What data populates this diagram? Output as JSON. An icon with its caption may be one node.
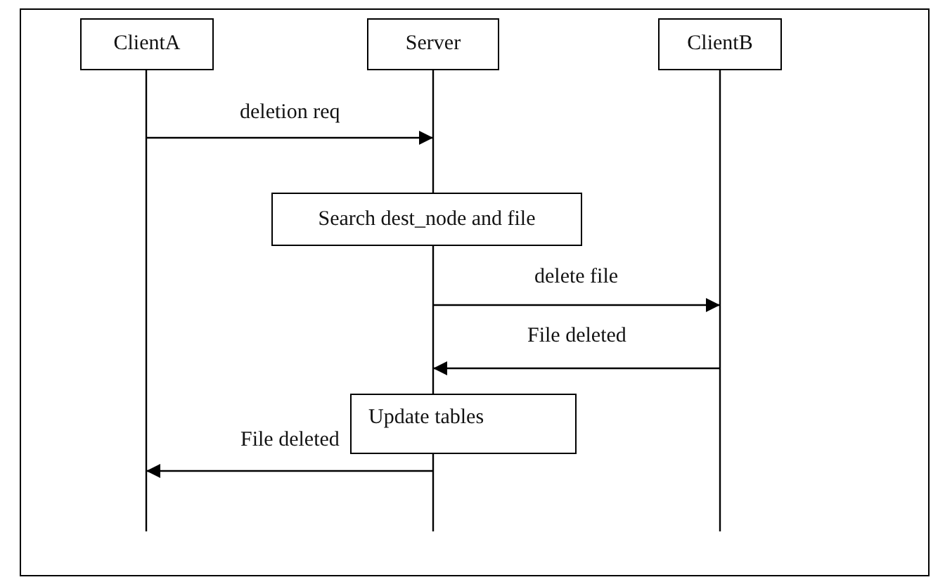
{
  "diagram": {
    "nodes": [
      {
        "text": [
          "ClientA"
        ]
      },
      {
        "text": [
          "Server"
        ]
      },
      {
        "text": [
          "ClientB"
        ]
      },
      {
        "text": [
          "Search dest_node and file"
        ]
      },
      {
        "text": [
          "Update tables"
        ]
      }
    ],
    "edges": [
      {
        "from": 0,
        "to": 1,
        "arrow": "to",
        "label": "deletion req"
      },
      {
        "from": 1,
        "to": 2,
        "arrow": "to",
        "label": "delete file"
      },
      {
        "from": 2,
        "to": 1,
        "arrow": "to",
        "label": "File deleted"
      },
      {
        "from": 1,
        "to": 0,
        "arrow": "to",
        "label": "File deleted"
      }
    ]
  }
}
